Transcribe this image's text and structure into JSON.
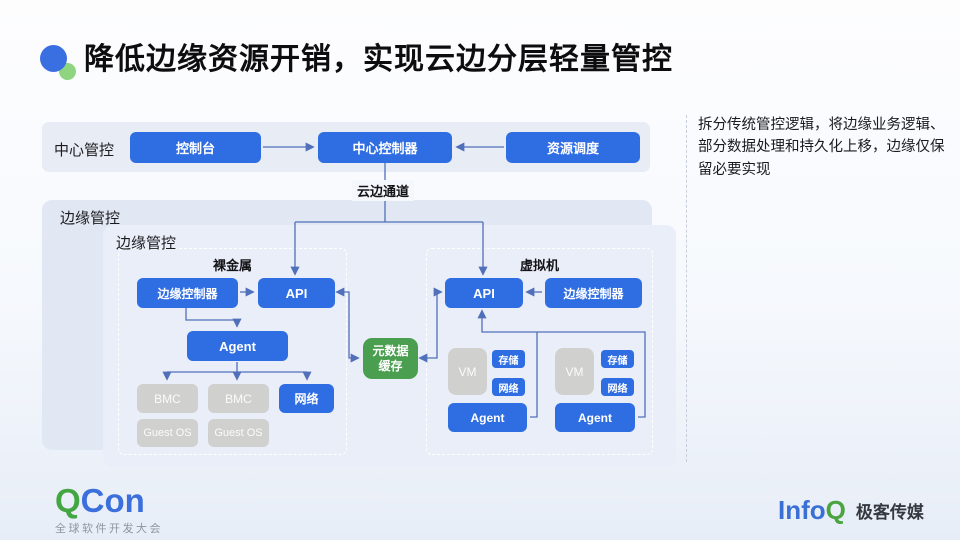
{
  "title": {
    "text": "降低边缘资源开销，实现云边分层轻量管控"
  },
  "note": {
    "text": "拆分传统管控逻辑，将边缘业务逻辑、部分数据处理和持久化上移，边缘仅保留必要实现"
  },
  "central": {
    "label": "中心管控",
    "console": "控制台",
    "controller": "中心控制器",
    "scheduler": "资源调度"
  },
  "channel": {
    "label": "云边通道"
  },
  "edge": {
    "outer_label": "边缘管控",
    "inner_label": "边缘管控",
    "bare_metal": {
      "label": "裸金属",
      "controller": "边缘控制器",
      "api": "API",
      "agent": "Agent",
      "bmc1": "BMC",
      "bmc2": "BMC",
      "network": "网络",
      "guest1": "Guest OS",
      "guest2": "Guest OS"
    },
    "cache": {
      "line1": "元数据",
      "line2": "缓存"
    },
    "vm": {
      "label": "虚拟机",
      "api": "API",
      "controller": "边缘控制器",
      "groups": [
        {
          "vm": "VM",
          "storage": "存储",
          "network": "网络",
          "agent": "Agent"
        },
        {
          "vm": "VM",
          "storage": "存储",
          "network": "网络",
          "agent": "Agent"
        }
      ]
    }
  },
  "footer": {
    "qcon_q": "Q",
    "qcon_rest": "Con",
    "qcon_sub": "全球软件开发大会",
    "infoq_info": "Info",
    "infoq_q": "Q",
    "infoq_media": "极客传媒"
  },
  "colors": {
    "accent_blue": "#2f6de3",
    "accent_green": "#4a9e4f",
    "node_gray": "#d0d0ce",
    "wire": "#5070ba"
  }
}
